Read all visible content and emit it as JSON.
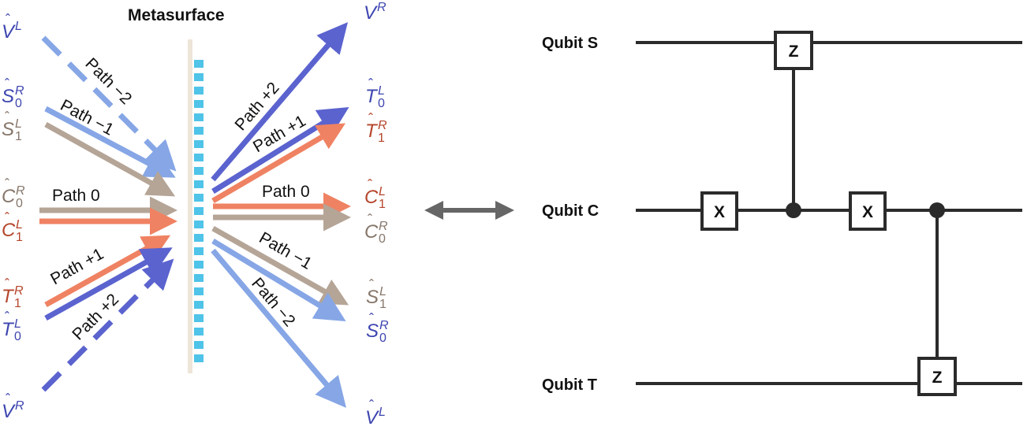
{
  "metasurface": {
    "title": "Metasurface",
    "colors": {
      "deep_blue": "#5b63cf",
      "light_blue": "#86a6e6",
      "taupe": "#b5a597",
      "salmon": "#ef8262",
      "cyan": "#4fc3e8",
      "surface": "#ede5d8",
      "blue_text": "#3d45b0",
      "taupe_text": "#86766a",
      "red_text": "#b5452b"
    },
    "path_labels": {
      "in_m2": "Path −2",
      "in_m1": "Path −1",
      "in_0": "Path 0",
      "in_p1": "Path +1",
      "in_p2": "Path +2",
      "out_p2": "Path +2",
      "out_p1": "Path +1",
      "out_0": "Path 0",
      "out_m1": "Path −1",
      "out_m2": "Path −2"
    },
    "operators": {
      "V_L_in": {
        "base": "V",
        "sup": "L",
        "sub": ""
      },
      "S_R_in": {
        "base": "S",
        "sup": "R",
        "sub": "0"
      },
      "S_L_in": {
        "base": "S",
        "sup": "L",
        "sub": "1"
      },
      "C_R_in": {
        "base": "C",
        "sup": "R",
        "sub": "0"
      },
      "C_L_in": {
        "base": "C",
        "sup": "L",
        "sub": "1"
      },
      "T_R_in": {
        "base": "T",
        "sup": "R",
        "sub": "1"
      },
      "T_L_in": {
        "base": "T",
        "sup": "L",
        "sub": "0"
      },
      "V_R_in": {
        "base": "V",
        "sup": "R",
        "sub": ""
      },
      "V_R_out": {
        "base": "V",
        "sup": "R",
        "sub": ""
      },
      "T_L_out": {
        "base": "T",
        "sup": "L",
        "sub": "0"
      },
      "T_R_out": {
        "base": "T",
        "sup": "R",
        "sub": "1"
      },
      "C_L_out": {
        "base": "C",
        "sup": "L",
        "sub": "1"
      },
      "C_R_out": {
        "base": "C",
        "sup": "R",
        "sub": "0"
      },
      "S_L_out": {
        "base": "S",
        "sup": "L",
        "sub": "1"
      },
      "S_R_out": {
        "base": "S",
        "sup": "R",
        "sub": "0"
      },
      "V_L_out": {
        "base": "V",
        "sup": "L",
        "sub": ""
      }
    },
    "hat": "ˆ"
  },
  "equivalence_arrow": {
    "color": "#666666"
  },
  "circuit": {
    "qubits": {
      "S": "Qubit S",
      "C": "Qubit C",
      "T": "Qubit T"
    },
    "gates": {
      "z_on_s": "Z",
      "x_first": "X",
      "x_second": "X",
      "z_on_t": "Z"
    },
    "line_color": "#2b2b2b"
  }
}
